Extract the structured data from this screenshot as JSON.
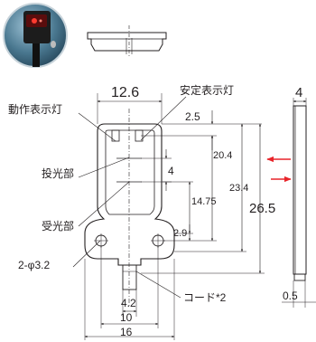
{
  "callouts": {
    "operation_indicator": "動作表示灯",
    "stability_indicator": "安定表示灯",
    "emitter": "投光部",
    "receiver": "受光部",
    "mount_holes": "2-φ3.2",
    "cord": "コード*2"
  },
  "dimensions": {
    "top_width": "12.6",
    "indicator_offset": "2.5",
    "spacing_4": "4",
    "height_20_4": "20.4",
    "height_23_4": "23.4",
    "height_26_5": "26.5",
    "height_14_75": "14.75",
    "flange_2_9": "2.9",
    "cord_width": "4.2",
    "hole_pitch": "10",
    "total_width": "16",
    "side_thickness": "4",
    "side_bottom": "0.5"
  },
  "colors": {
    "line": "#231f20",
    "arrow": "#e8242a",
    "photo_bg": "#4a7890"
  }
}
